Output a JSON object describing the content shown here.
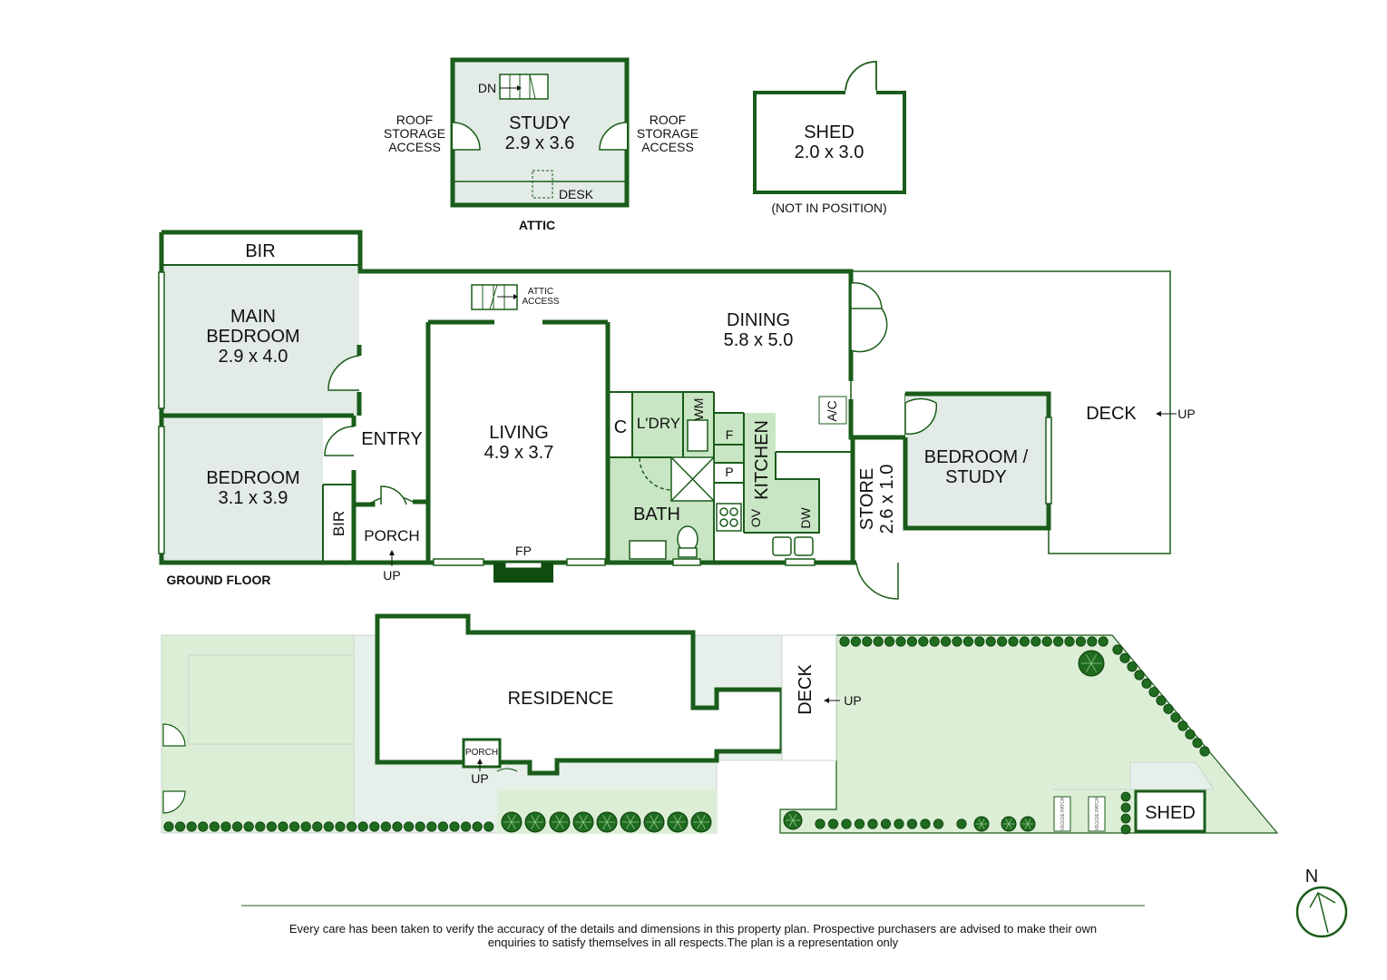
{
  "colors": {
    "wall": "#1a5c1a",
    "room_fill": "#e2ebe6",
    "wet_fill": "#c8e6c3",
    "yard_fill": "#dcefd6",
    "paving_fill": "#e6efe9",
    "hedge": "#1f6b1f",
    "text": "#111111"
  },
  "attic": {
    "caption": "ATTIC",
    "study_name": "STUDY",
    "study_dims": "2.9 x 3.6",
    "dn": "DN",
    "desk": "DESK",
    "roof_left": [
      "ROOF",
      "STORAGE",
      "ACCESS"
    ],
    "roof_right": [
      "ROOF",
      "STORAGE",
      "ACCESS"
    ]
  },
  "shed_plan": {
    "name": "SHED",
    "dims": "2.0 x 3.0",
    "note": "(NOT IN POSITION)"
  },
  "ground_floor": {
    "caption": "GROUND FLOOR",
    "bir_top": "BIR",
    "main_bedroom": [
      "MAIN",
      "BEDROOM",
      "2.9 x 4.0"
    ],
    "bedroom": [
      "BEDROOM",
      "3.1 x 3.9"
    ],
    "bir_side": "BIR",
    "entry": "ENTRY",
    "porch": "PORCH",
    "porch_up": "UP",
    "attic_access": [
      "ATTIC",
      "ACCESS"
    ],
    "living": [
      "LIVING",
      "4.9 x 3.7"
    ],
    "fp": "FP",
    "cupboard": "C",
    "laundry": "L'DRY",
    "wm": "WM",
    "bath": "BATH",
    "fridge": "F",
    "pantry": "P",
    "kitchen": "KITCHEN",
    "oven": "OV",
    "dishwasher": "DW",
    "dining": [
      "DINING",
      "5.8 x 5.0"
    ],
    "ac": "A/C",
    "store": [
      "STORE",
      "2.6 x 1.0"
    ],
    "bedroom_study": [
      "BEDROOM /",
      "STUDY"
    ],
    "deck": "DECK",
    "deck_up": "UP"
  },
  "site_plan": {
    "residence": "RESIDENCE",
    "porch": "PORCH",
    "porch_up": "UP",
    "deck": "DECK",
    "deck_up": "UP",
    "shed": "SHED",
    "veggie": "VEGGIE PATCH"
  },
  "north": "N",
  "disclaimer": [
    "Every care has been taken to verify the accuracy of the details and dimensions in this property plan. Prospective purchasers are advised to make their own",
    "enquiries to satisfy themselves in all respects.The plan is a representation only"
  ]
}
